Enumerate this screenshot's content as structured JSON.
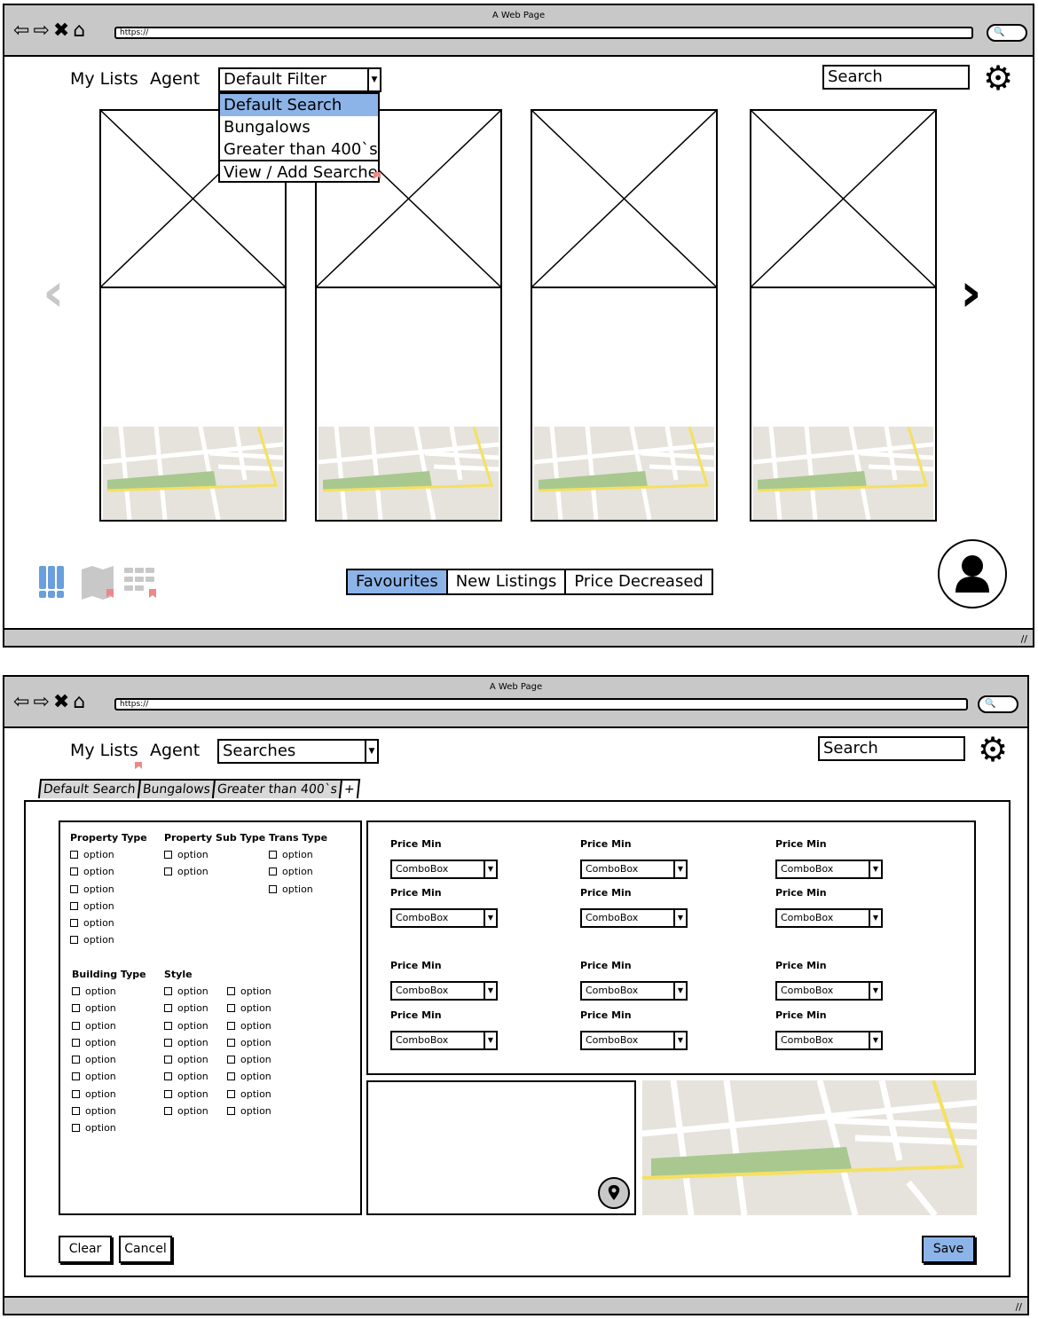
{
  "window_title": "A Web Page",
  "url": "https://",
  "screen1": {
    "nav": {
      "my_lists": "My Lists",
      "agent": "Agent"
    },
    "filter_select": "Default Filter",
    "dropdown_items": [
      "Default Search",
      "Bungalows",
      "Greater than 400`s",
      "View / Add Searche"
    ],
    "search_placeholder": "Search",
    "tabs": [
      "Favourites",
      "New Listings",
      "Price Decreased"
    ],
    "active_tab": "Favourites"
  },
  "screen2": {
    "nav": {
      "my_lists": "My Lists",
      "agent": "Agent"
    },
    "searches_select": "Searches",
    "search_placeholder": "Search",
    "search_tabs": [
      "Default Search",
      "Bungalows",
      "Greater than 400`s",
      "+"
    ],
    "property_type": {
      "title": "Property Type",
      "options": [
        "option",
        "option",
        "option",
        "option",
        "option",
        "option"
      ]
    },
    "property_sub_type": {
      "title": "Property Sub Type",
      "options": [
        "option",
        "option"
      ]
    },
    "trans_type": {
      "title": "Trans Type",
      "options": [
        "option",
        "option",
        "option"
      ]
    },
    "building_type": {
      "title": "Building Type",
      "options": [
        "option",
        "option",
        "option",
        "option",
        "option",
        "option",
        "option",
        "option",
        "option"
      ]
    },
    "style": {
      "title": "Style",
      "col1": [
        "option",
        "option",
        "option",
        "option",
        "option",
        "option",
        "option",
        "option"
      ],
      "col2": [
        "option",
        "option",
        "option",
        "option",
        "option",
        "option",
        "option",
        "option"
      ]
    },
    "price_label": "Price Min",
    "combo_value": "ComboBox",
    "buttons": {
      "clear": "Clear",
      "cancel": "Cancel",
      "save": "Save"
    }
  },
  "colors": {
    "accent": "#8db4e8",
    "chrome": "#c8c8c8",
    "flag": "#e88888"
  }
}
